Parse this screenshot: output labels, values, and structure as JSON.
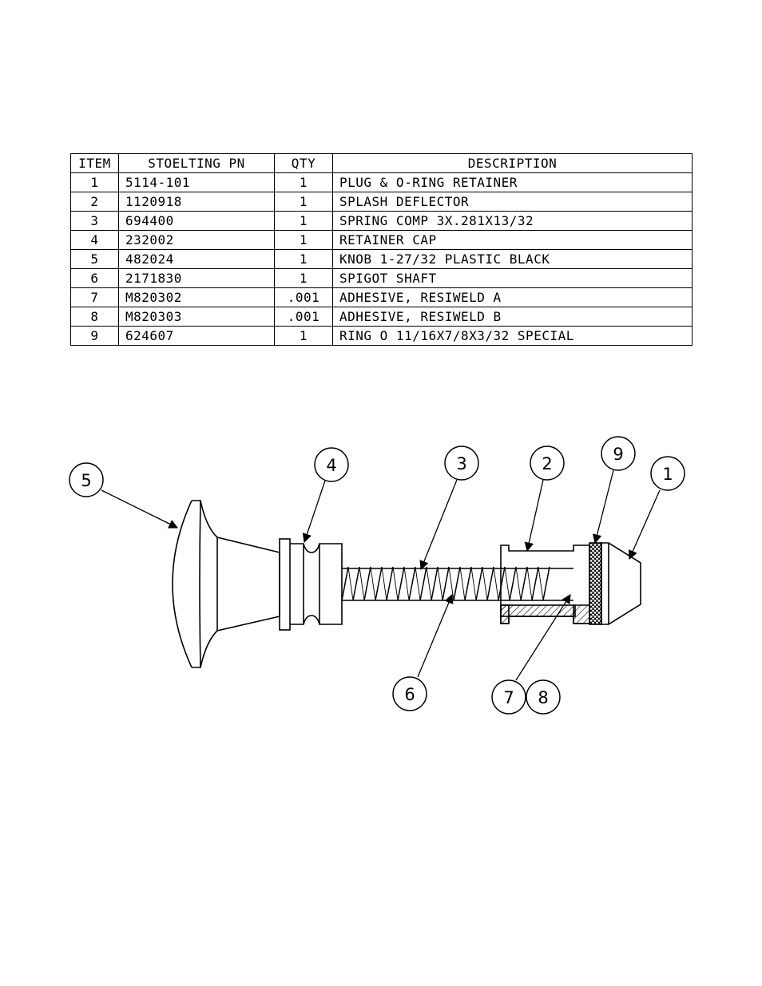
{
  "bom": {
    "headers": {
      "item": "ITEM",
      "pn": "STOELTING PN",
      "qty": "QTY",
      "desc": "DESCRIPTION"
    },
    "rows": [
      {
        "item": "1",
        "pn": "5114-101",
        "qty": "1",
        "desc": "PLUG & O-RING RETAINER"
      },
      {
        "item": "2",
        "pn": "1120918",
        "qty": "1",
        "desc": "SPLASH DEFLECTOR"
      },
      {
        "item": "3",
        "pn": "694400",
        "qty": "1",
        "desc": "SPRING COMP 3X.281X13/32"
      },
      {
        "item": "4",
        "pn": "232002",
        "qty": "1",
        "desc": "RETAINER CAP"
      },
      {
        "item": "5",
        "pn": "482024",
        "qty": "1",
        "desc": "KNOB 1-27/32 PLASTIC BLACK"
      },
      {
        "item": "6",
        "pn": "2171830",
        "qty": "1",
        "desc": "SPIGOT SHAFT"
      },
      {
        "item": "7",
        "pn": "M820302",
        "qty": ".001",
        "desc": "ADHESIVE, RESIWELD A"
      },
      {
        "item": "8",
        "pn": "M820303",
        "qty": ".001",
        "desc": "ADHESIVE, RESIWELD B"
      },
      {
        "item": "9",
        "pn": "624607",
        "qty": "1",
        "desc": "RING O 11/16X7/8X3/32 SPECIAL"
      }
    ]
  },
  "callouts": {
    "c1": "1",
    "c2": "2",
    "c3": "3",
    "c4": "4",
    "c5": "5",
    "c6": "6",
    "c7": "7",
    "c8": "8",
    "c9": "9"
  }
}
